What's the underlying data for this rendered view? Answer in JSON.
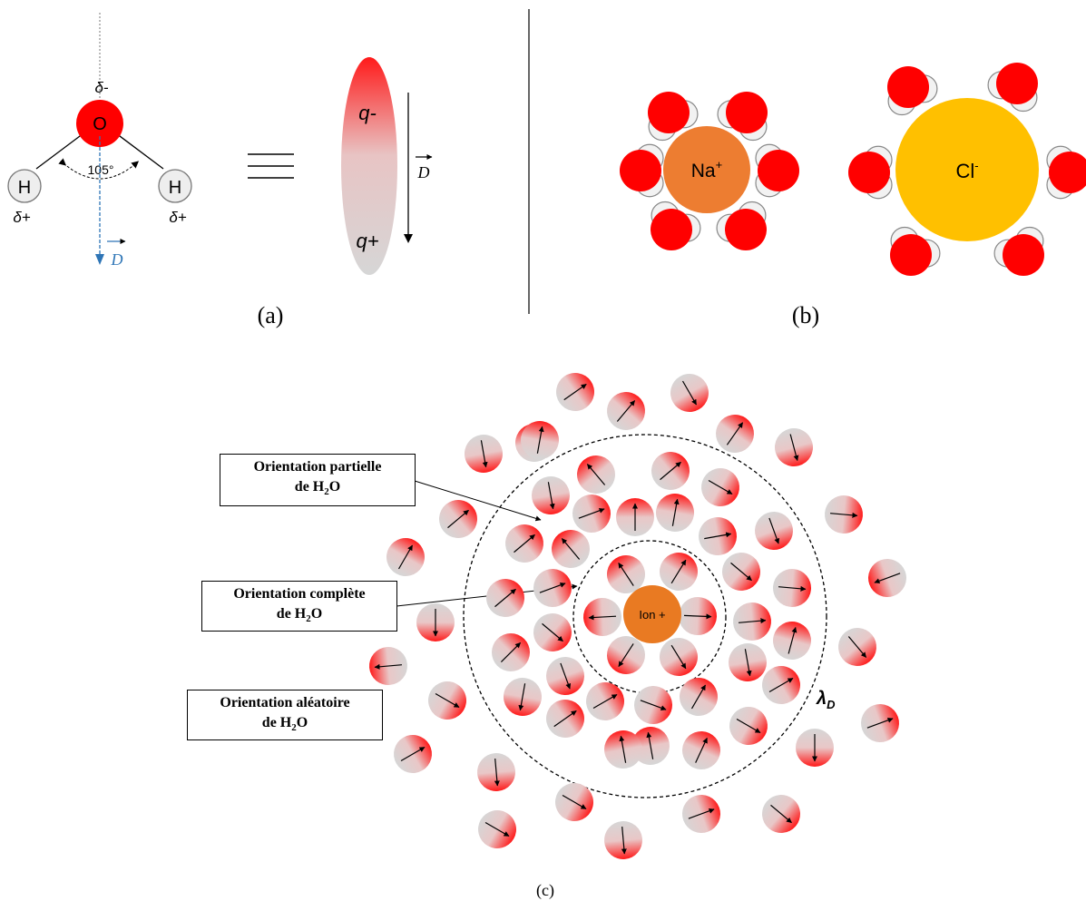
{
  "panel_a": {
    "oxygen": "O",
    "hydrogen_left": "H",
    "hydrogen_right": "H",
    "delta_minus": "δ-",
    "delta_plus_left": "δ+",
    "delta_plus_right": "δ+",
    "angle": "105°",
    "dipole_symbol": "D",
    "q_minus": "q-",
    "q_plus": "q+",
    "caption": "(a)"
  },
  "panel_b": {
    "sodium_ion": "Na",
    "sodium_charge": "+",
    "chloride_ion": "Cl",
    "chloride_charge": "-",
    "caption": "(b)"
  },
  "panel_c": {
    "ion_label": "Ion +",
    "debye_symbol": "λ",
    "debye_subscript": "D",
    "caption": "(c)",
    "label_partial_line1": "Orientation partielle",
    "label_complete_line1": "Orientation complète",
    "label_random_line1": "Orientation aléatoire",
    "label_h2o_prefix": "de H",
    "label_h2o_sub": "2",
    "label_h2o_suffix": "O"
  },
  "colors": {
    "oxygen_red": "#ff0000",
    "sodium_orange": "#ed7d31",
    "chloride_yellow": "#ffc000",
    "ion_orange": "#e97a22",
    "dipole_blue": "#2e75b6",
    "molecule_grey": "#d8d8d8"
  }
}
